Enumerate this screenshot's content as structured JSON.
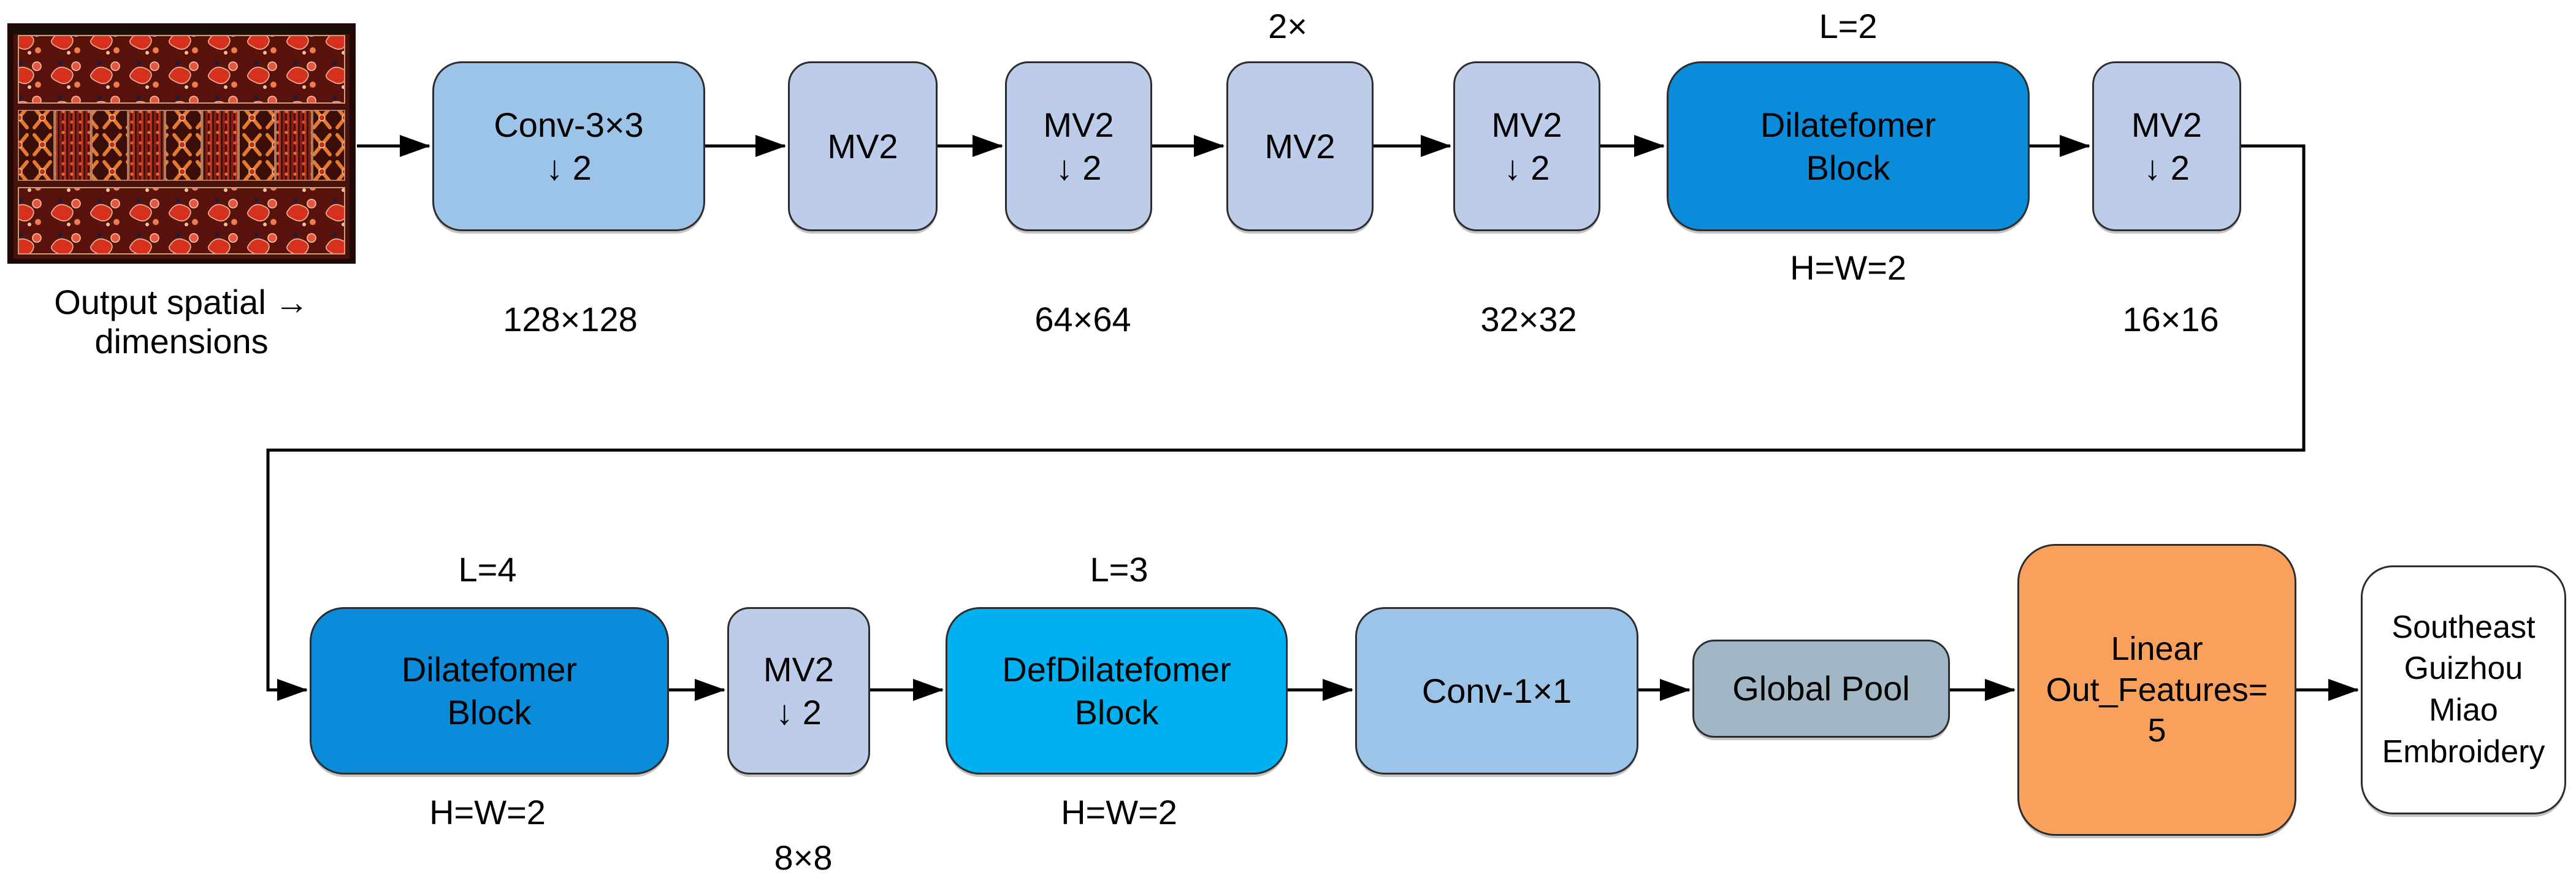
{
  "figure": {
    "caption_line1": "Output spatial",
    "caption_arrow": "→",
    "caption_line2": "dimensions"
  },
  "blocks": {
    "b1": {
      "label": "Conv-3×3\n↓ 2"
    },
    "b2": {
      "label": "MV2"
    },
    "b3": {
      "label": "MV2\n↓ 2"
    },
    "b4": {
      "label": "MV2"
    },
    "b5": {
      "label": "MV2\n↓ 2"
    },
    "b6": {
      "label": "Dilatefomer\nBlock"
    },
    "b7": {
      "label": "MV2\n↓ 2"
    },
    "b8": {
      "label": "Dilatefomer\nBlock"
    },
    "b9": {
      "label": "MV2\n↓ 2"
    },
    "b10": {
      "label": "DefDilatefomer\nBlock"
    },
    "b11": {
      "label": "Conv-1×1"
    },
    "b12": {
      "label": "Global Pool"
    },
    "b13": {
      "label": "Linear\nOut_Features=\n5"
    },
    "b14": {
      "label": "Southeast\nGuizhou\nMiao\nEmbroidery"
    }
  },
  "annotations": {
    "repeat_2x": "2×",
    "l2": "L=2",
    "l4": "L=4",
    "l3": "L=3",
    "hw2_stage_row1": "H=W=2",
    "hw2_stage_row2a": "H=W=2",
    "hw2_stage_row2b": "H=W=2",
    "dim_128": "128×128",
    "dim_64": "64×64",
    "dim_32": "32×32",
    "dim_16": "16×16",
    "dim_8": "8×8"
  },
  "colors": {
    "conv": "#9CC3E8",
    "mv2": "#BDCDE9",
    "dilatefomer": "#0B8CDB",
    "defdilatefomer": "#00B0F0",
    "pool": "#A2B7C5",
    "linear": "#F9A15C",
    "output": "#FFFFFF",
    "arrow": "#000000"
  }
}
